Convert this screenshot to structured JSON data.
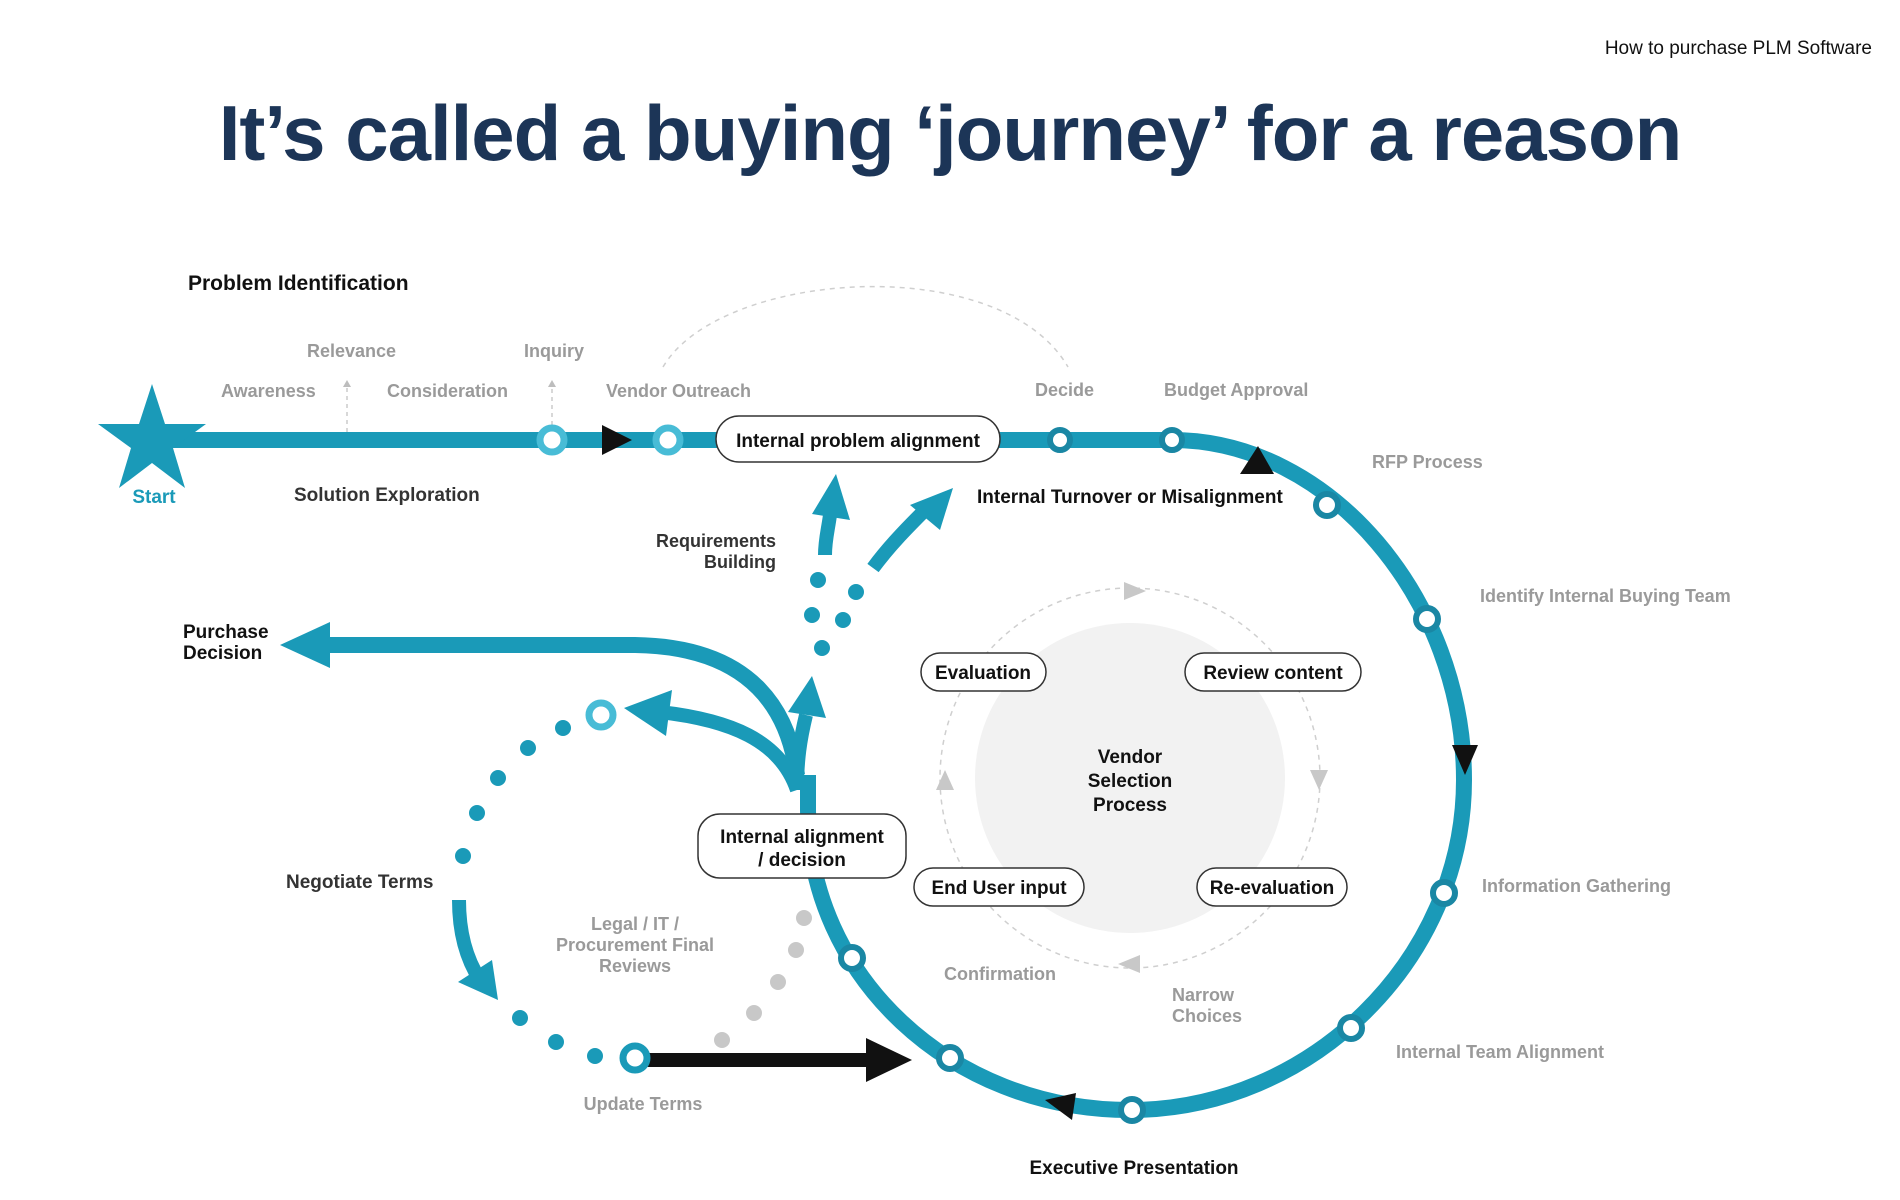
{
  "header": {
    "doc_tag": "How to purchase PLM Software",
    "title": "It’s called a  buying ‘journey’ for a reason"
  },
  "colors": {
    "teal": "#1a9ab8",
    "teal_light": "#48bcd6",
    "title_navy": "#1c3557",
    "black": "#111111",
    "gray_text": "#9a9a9a",
    "gray_dots": "#c8c8c8",
    "center_fill": "#f2f2f2"
  },
  "labels": {
    "problem_identification": "Problem Identification",
    "start": "Start",
    "awareness": "Awareness",
    "relevance": "Relevance",
    "consideration": "Consideration",
    "inquiry": "Inquiry",
    "vendor_outreach": "Vendor Outreach",
    "solution_exploration": "Solution Exploration",
    "decide": "Decide",
    "budget_approval": "Budget Approval",
    "rfp_process": "RFP Process",
    "internal_turnover": "Internal Turnover or Misalignment",
    "identify_team": "Identify Internal Buying Team",
    "information_gathering": "Information Gathering",
    "internal_team_alignment": "Internal Team Alignment",
    "executive_presentation": "Executive Presentation",
    "update_terms": "Update Terms",
    "negotiate_terms": "Negotiate Terms",
    "purchase_decision_1": "Purchase",
    "purchase_decision_2": "Decision",
    "requirements_1": "Requirements",
    "requirements_2": "Building",
    "legal_1": "Legal / IT /",
    "legal_2": "Procurement Final",
    "legal_3": "Reviews",
    "confirmation": "Confirmation",
    "narrow_1": "Narrow",
    "narrow_2": "Choices",
    "vendor_1": "Vendor",
    "vendor_2": "Selection",
    "vendor_3": "Process"
  },
  "boxes": {
    "internal_problem_alignment": "Internal problem alignment",
    "internal_alignment_1": "Internal alignment",
    "internal_alignment_2": "/ decision",
    "evaluation": "Evaluation",
    "review_content": "Review content",
    "end_user_input": "End User input",
    "re_evaluation": "Re-evaluation"
  }
}
